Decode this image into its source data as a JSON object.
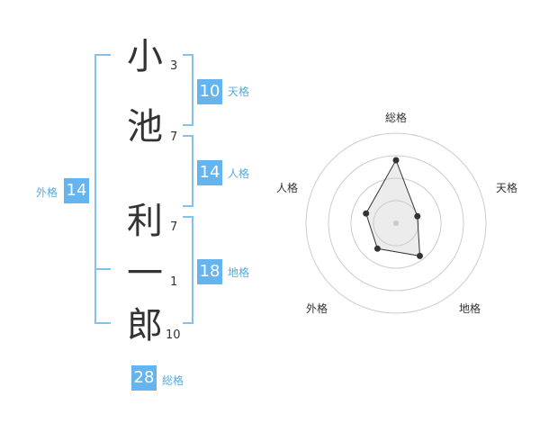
{
  "theme": {
    "accent": "#64b4f0",
    "accent_text": "#54aadf",
    "bracket": "#84c2ee"
  },
  "name": {
    "characters": [
      {
        "char": "小",
        "strokes": "3"
      },
      {
        "char": "池",
        "strokes": "7"
      },
      {
        "char": "利",
        "strokes": "7"
      },
      {
        "char": "一",
        "strokes": "1"
      },
      {
        "char": "郎",
        "strokes": "10"
      }
    ]
  },
  "scores": {
    "tenkaku": {
      "value": "10",
      "label": "天格"
    },
    "jinkaku": {
      "value": "14",
      "label": "人格"
    },
    "chikaku": {
      "value": "18",
      "label": "地格"
    },
    "gaikaku": {
      "value": "14",
      "label": "外格"
    },
    "soukaku": {
      "value": "28",
      "label": "総格"
    }
  },
  "chart_data": {
    "type": "radar",
    "axes": [
      "総格",
      "天格",
      "地格",
      "外格",
      "人格"
    ],
    "values": [
      28,
      10,
      18,
      14,
      14
    ],
    "grid": true
  }
}
